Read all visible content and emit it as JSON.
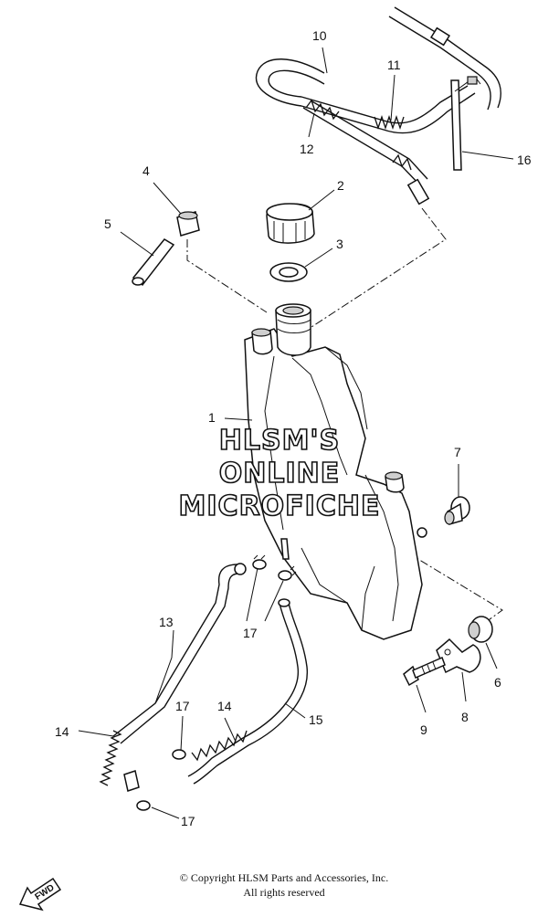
{
  "callouts": [
    "1",
    "2",
    "3",
    "4",
    "5",
    "6",
    "7",
    "8",
    "9",
    "10",
    "11",
    "12",
    "13",
    "14",
    "14",
    "15",
    "16",
    "17",
    "17",
    "17"
  ],
  "watermark": [
    "HLSM'S",
    "ONLINE",
    "MICROFICHE"
  ],
  "fwd_label": "FWD",
  "copyright": {
    "line1": "© Copyright HLSM Parts and Accessories, Inc.",
    "line2": "All rights reserved"
  }
}
